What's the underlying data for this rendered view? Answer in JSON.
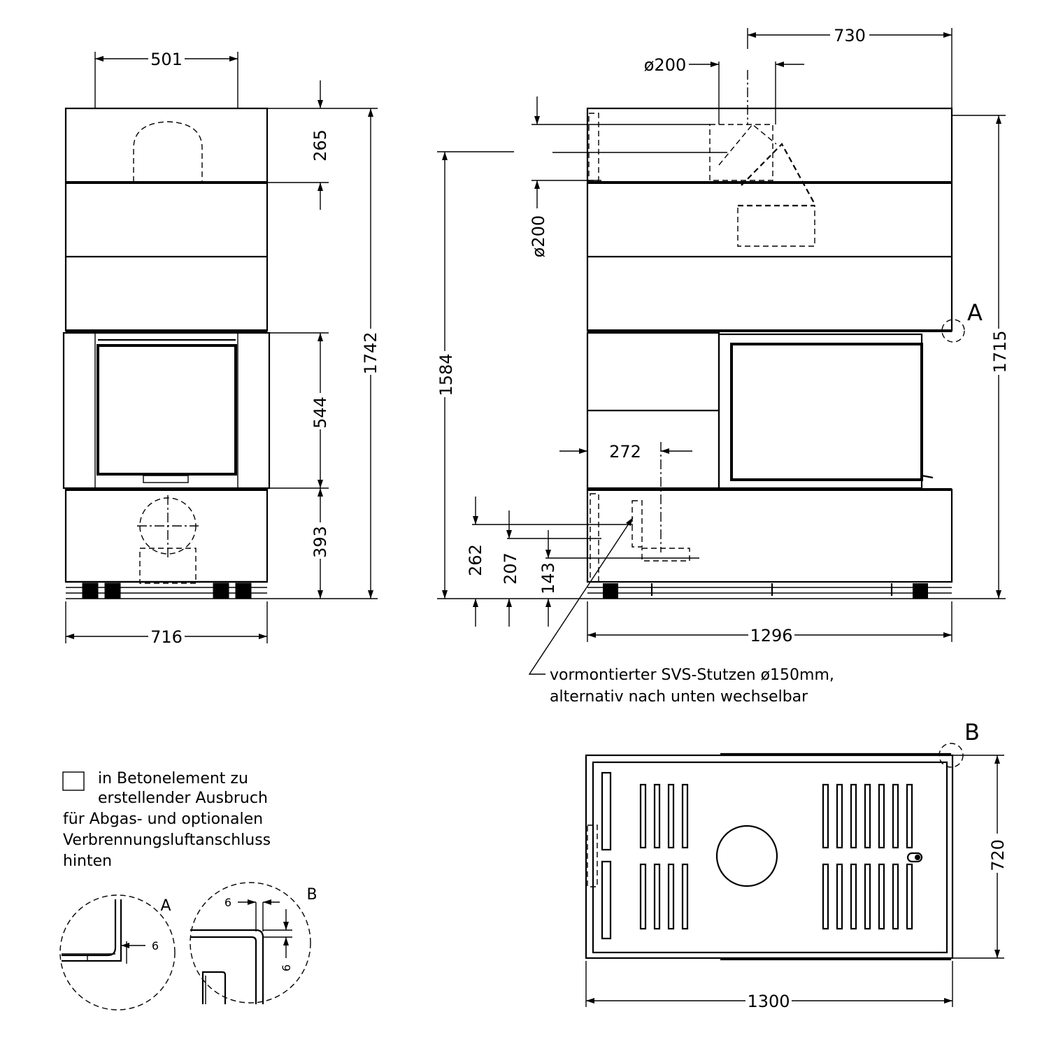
{
  "front_view": {
    "dim_width_top": "501",
    "dim_width_bottom": "716",
    "dim_top_segment": "265",
    "dim_firebox": "544",
    "dim_base": "393",
    "dim_total_height": "1742"
  },
  "side_view": {
    "dim_offset_top": "730",
    "dim_flue_top": "ø200",
    "dim_flue_rear": "ø200",
    "dim_height_left": "1584",
    "dim_height_right": "1715",
    "dim_inlet_offset": "272",
    "dim_262": "262",
    "dim_207": "207",
    "dim_143": "143",
    "dim_width": "1296",
    "detail_marker": "A",
    "annotation": [
      "vormontierter SVS-Stutzen ø150mm,",
      "alternativ nach unten wechselbar"
    ]
  },
  "top_view": {
    "detail_marker": "B",
    "dim_depth": "720",
    "dim_width": "1300"
  },
  "legend": {
    "lines": [
      "in Betonelement zu",
      "erstellender Ausbruch",
      "für Abgas- und optionalen",
      "Verbrennungsluftanschluss",
      "hinten"
    ]
  },
  "details": {
    "a_label": "A",
    "a_dim": "6",
    "b_label": "B",
    "b_dim_horizontal": "6",
    "b_dim_vertical": "6"
  }
}
